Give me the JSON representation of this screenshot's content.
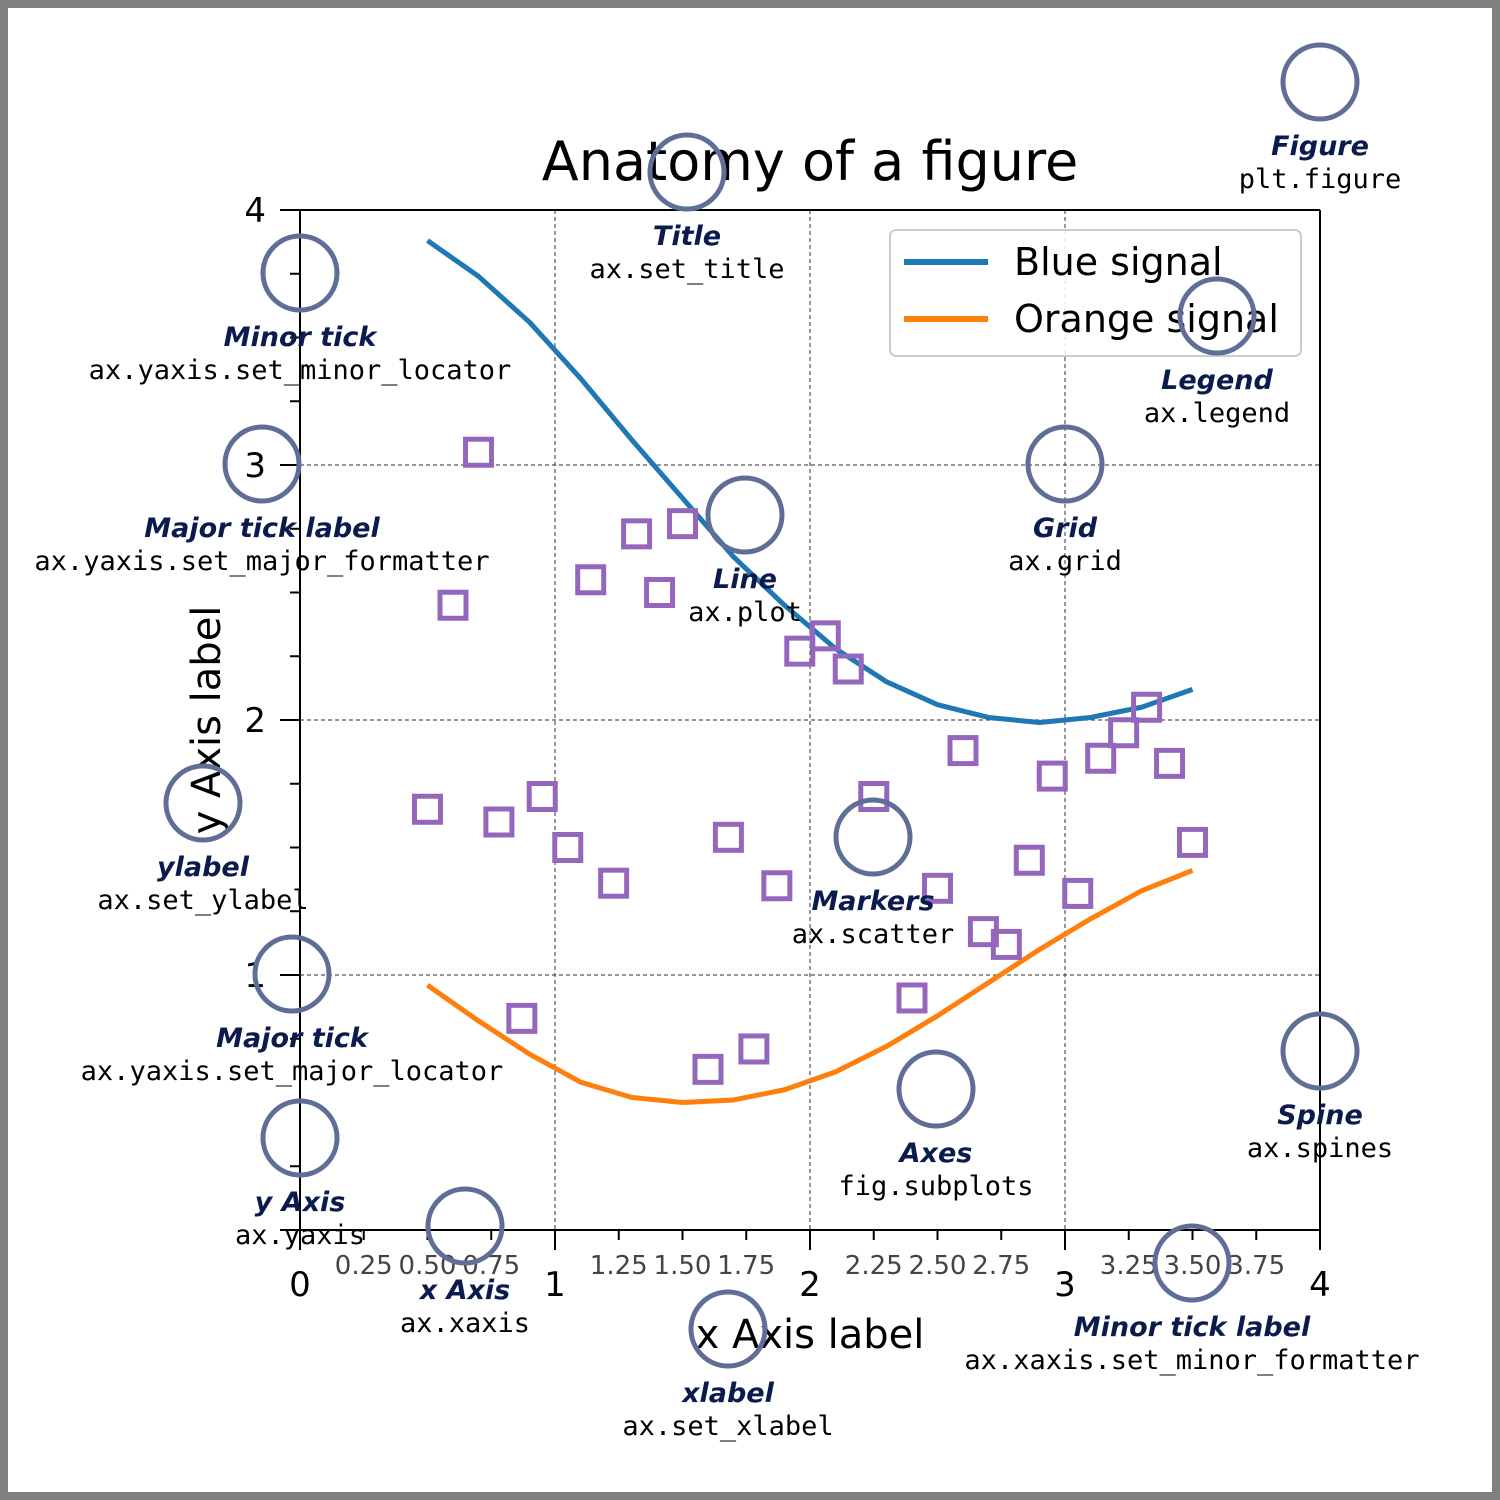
{
  "chart_data": {
    "type": "line",
    "title": "Anatomy of a figure",
    "xlabel": "x Axis label",
    "ylabel": "y Axis label",
    "xlim": [
      0,
      4
    ],
    "ylim": [
      0,
      4
    ],
    "x_major_ticks": [
      0,
      1,
      2,
      3,
      4
    ],
    "x_major_labels": [
      "0",
      "1",
      "2",
      "3",
      "4"
    ],
    "x_minor_ticks": [
      0.25,
      0.5,
      0.75,
      1.25,
      1.5,
      1.75,
      2.25,
      2.5,
      2.75,
      3.25,
      3.5,
      3.75
    ],
    "x_minor_labels": [
      "0.25",
      "0.50",
      "0.75",
      "1.25",
      "1.50",
      "1.75",
      "2.25",
      "2.50",
      "2.75",
      "3.25",
      "3.50",
      "3.75"
    ],
    "y_major_ticks": [
      0,
      1,
      2,
      3,
      4
    ],
    "y_major_labels": [
      "",
      "1",
      "2",
      "3",
      "4"
    ],
    "y_minor_ticks": [
      0.25,
      0.5,
      0.75,
      1.25,
      1.5,
      1.75,
      2.25,
      2.5,
      2.75,
      3.25,
      3.5,
      3.75
    ],
    "grid": true,
    "legend_position": "upper-right",
    "series": [
      {
        "name": "Blue signal",
        "color": "#1f77b4",
        "x": [
          0.5,
          0.7,
          0.9,
          1.1,
          1.3,
          1.5,
          1.7,
          1.9,
          2.1,
          2.3,
          2.5,
          2.7,
          2.9,
          3.1,
          3.3,
          3.5
        ],
        "y": [
          3.88,
          3.74,
          3.56,
          3.34,
          3.1,
          2.87,
          2.64,
          2.45,
          2.28,
          2.15,
          2.06,
          2.01,
          1.99,
          2.01,
          2.05,
          2.12
        ]
      },
      {
        "name": "Orange signal",
        "color": "#ff7f0e",
        "x": [
          0.5,
          0.7,
          0.9,
          1.1,
          1.3,
          1.5,
          1.7,
          1.9,
          2.1,
          2.3,
          2.5,
          2.7,
          2.9,
          3.1,
          3.3,
          3.5
        ],
        "y": [
          0.96,
          0.82,
          0.69,
          0.58,
          0.52,
          0.5,
          0.51,
          0.55,
          0.62,
          0.72,
          0.84,
          0.97,
          1.1,
          1.22,
          1.33,
          1.41
        ]
      }
    ],
    "scatter": {
      "color": "#9467bd",
      "marker": "square",
      "points": [
        [
          0.5,
          1.65
        ],
        [
          0.6,
          2.45
        ],
        [
          0.7,
          3.05
        ],
        [
          0.78,
          1.6
        ],
        [
          0.87,
          0.83
        ],
        [
          0.95,
          1.7
        ],
        [
          1.05,
          1.5
        ],
        [
          1.14,
          2.55
        ],
        [
          1.23,
          1.36
        ],
        [
          1.32,
          2.73
        ],
        [
          1.41,
          2.5
        ],
        [
          1.5,
          2.77
        ],
        [
          1.6,
          0.63
        ],
        [
          1.68,
          1.54
        ],
        [
          1.78,
          0.71
        ],
        [
          1.87,
          1.35
        ],
        [
          1.96,
          2.27
        ],
        [
          2.06,
          2.33
        ],
        [
          2.15,
          2.2
        ],
        [
          2.25,
          1.7
        ],
        [
          2.4,
          0.91
        ],
        [
          2.5,
          1.34
        ],
        [
          2.6,
          1.88
        ],
        [
          2.68,
          1.17
        ],
        [
          2.77,
          1.12
        ],
        [
          2.86,
          1.45
        ],
        [
          2.95,
          1.78
        ],
        [
          3.05,
          1.32
        ],
        [
          3.14,
          1.85
        ],
        [
          3.23,
          1.95
        ],
        [
          3.32,
          2.05
        ],
        [
          3.41,
          1.83
        ],
        [
          3.5,
          1.52
        ]
      ]
    }
  },
  "annotations": [
    {
      "name": "Figure",
      "code": "plt.figure"
    },
    {
      "name": "Title",
      "code": "ax.set_title"
    },
    {
      "name": "Legend",
      "code": "ax.legend"
    },
    {
      "name": "Minor tick",
      "code": "ax.yaxis.set_minor_locator"
    },
    {
      "name": "Major tick label",
      "code": "ax.yaxis.set_major_formatter"
    },
    {
      "name": "Grid",
      "code": "ax.grid"
    },
    {
      "name": "Line",
      "code": "ax.plot"
    },
    {
      "name": "ylabel",
      "code": "ax.set_ylabel"
    },
    {
      "name": "Markers",
      "code": "ax.scatter"
    },
    {
      "name": "Major tick",
      "code": "ax.yaxis.set_major_locator"
    },
    {
      "name": "Spine",
      "code": "ax.spines"
    },
    {
      "name": "Axes",
      "code": "fig.subplots"
    },
    {
      "name": "y Axis",
      "code": "ax.yaxis"
    },
    {
      "name": "x Axis",
      "code": "ax.xaxis"
    },
    {
      "name": "Minor tick label",
      "code": "ax.xaxis.set_minor_formatter"
    },
    {
      "name": "xlabel",
      "code": "ax.set_xlabel"
    }
  ],
  "colors": {
    "frame": "#808080",
    "annotation_circle": "#5f6e96",
    "annotation_text": "#0c1b4d",
    "grid": "#555555"
  }
}
